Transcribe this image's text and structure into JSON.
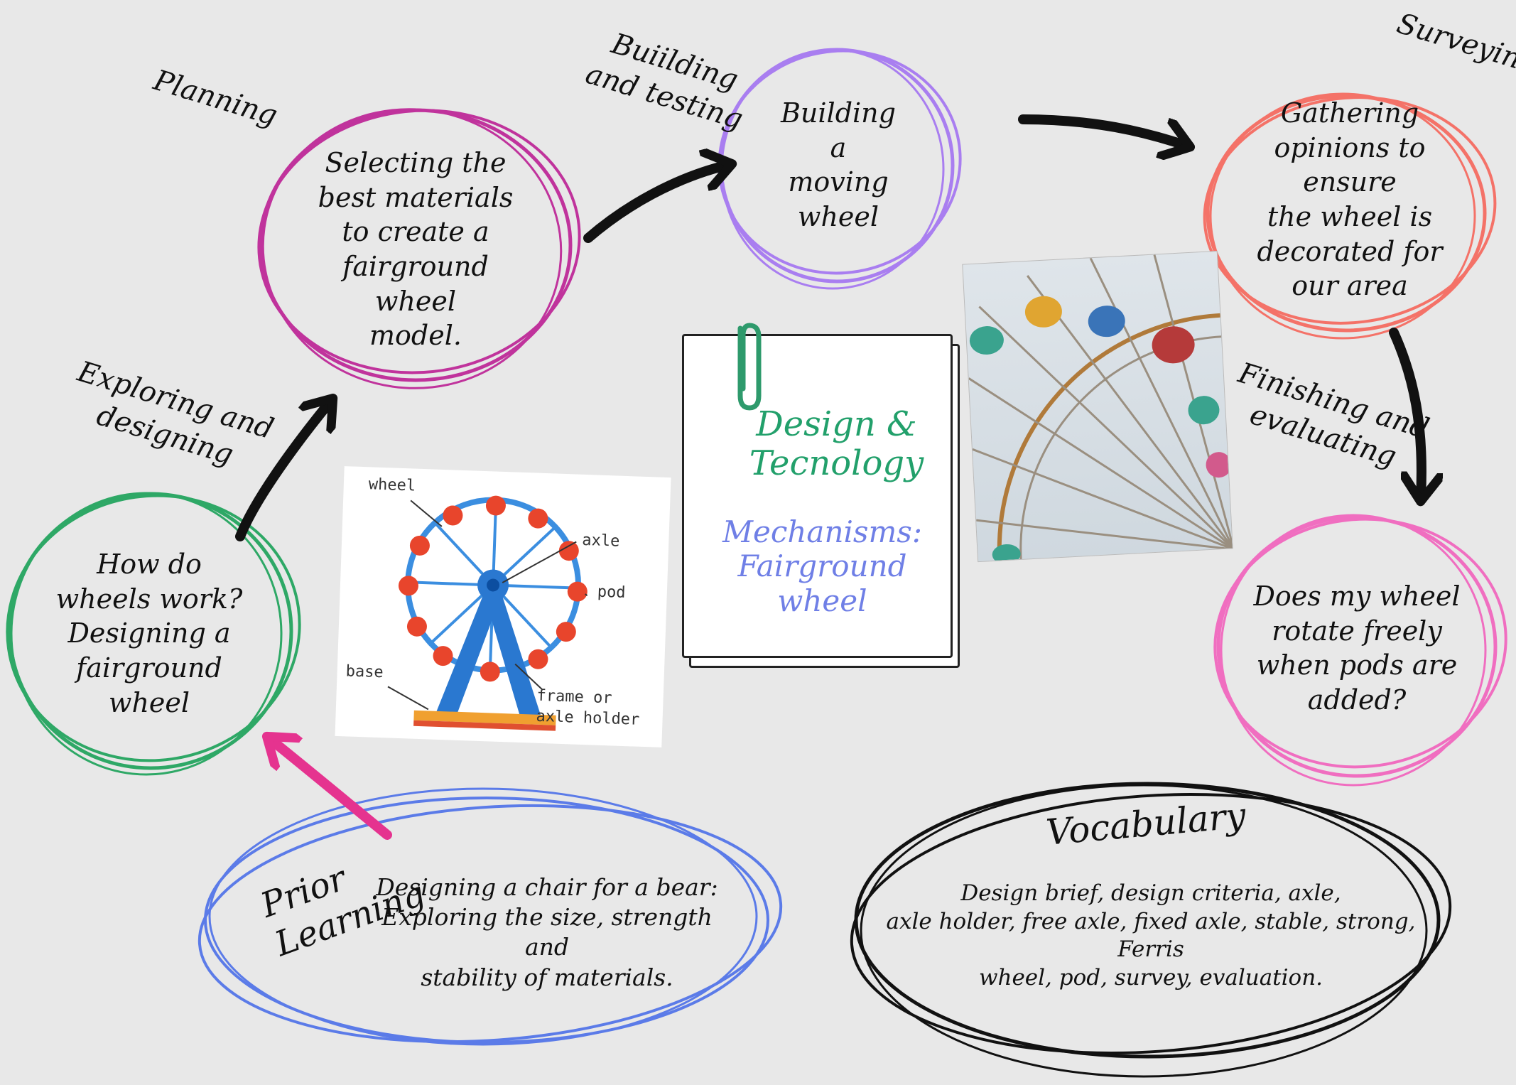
{
  "stages": {
    "planning": "Planning",
    "building_testing": "Buiilding\nand testing",
    "surveying": "Surveying",
    "exploring": "Exploring and\ndesigning",
    "finishing": "Finishing and\nevaluating"
  },
  "nodes": {
    "selecting": "Selecting the\nbest materials\nto create a\nfairground wheel\nmodel.",
    "building": "Building\na\nmoving wheel",
    "gathering": "Gathering\nopinions to ensure\nthe wheel is\ndecorated for\nour area",
    "how_do": "How do\nwheels work?\nDesigning a\nfairground wheel",
    "does_my": "Does my wheel\nrotate freely\nwhen pods are\nadded?"
  },
  "center_note": {
    "title": "Design &\nTecnology",
    "subtitle": "Mechanisms:\nFairground\nwheel"
  },
  "prior_learning": {
    "heading": "Prior\nLearning",
    "text": "Designing a chair for a bear:\nExploring the  size, strength and\nstability of materials."
  },
  "vocabulary": {
    "heading": "Vocabulary",
    "text": "Design brief, design criteria, axle,\naxle holder, free axle, fixed axle, stable, strong, Ferris\nwheel, pod, survey, evaluation."
  },
  "diagram_labels": {
    "wheel": "wheel",
    "axle": "axle",
    "pod": "pod",
    "base": "base",
    "frame": "frame or\naxle holder"
  },
  "colors": {
    "background": "#e8e8e8",
    "planning_circle": "#c0339c",
    "building_circle": "#a97ef0",
    "surveying_circle": "#f47268",
    "exploring_circle": "#2ea866",
    "finishing_circle": "#f06ec0",
    "prior_oval": "#5b7be8",
    "vocab_oval": "#111111",
    "note_title": "#22a06b",
    "note_subtitle": "#6f7fe6",
    "pink_arrow": "#e5338f"
  }
}
